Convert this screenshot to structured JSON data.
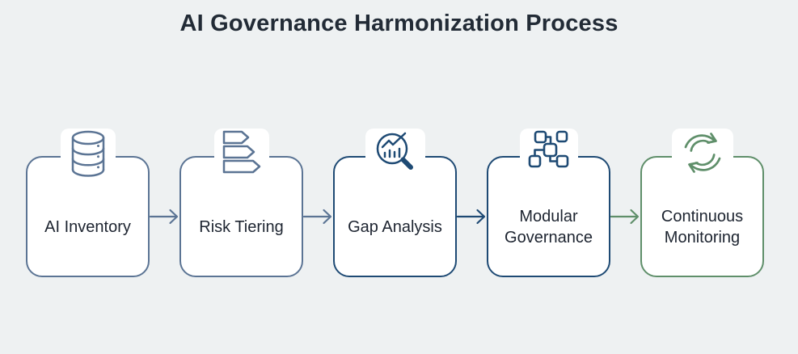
{
  "title": "AI Governance Harmonization Process",
  "colors": {
    "background": "#eef1f2",
    "box_fill": "#ffffff",
    "slate": "#5b7494",
    "navy": "#1e4a74",
    "green": "#5f8f6a",
    "text": "#1d2430",
    "title_text": "#222b36"
  },
  "steps": [
    {
      "label": "AI Inventory",
      "icon": "database-icon",
      "accent": "slate"
    },
    {
      "label": "Risk Tiering",
      "icon": "tier-tags-icon",
      "accent": "slate"
    },
    {
      "label": "Gap Analysis",
      "icon": "chart-magnifier-icon",
      "accent": "navy"
    },
    {
      "label": "Modular Governance",
      "icon": "module-network-icon",
      "accent": "navy"
    },
    {
      "label": "Continuous Monitoring",
      "icon": "sync-arrows-icon",
      "accent": "green"
    }
  ],
  "arrows": [
    {
      "accent": "slate"
    },
    {
      "accent": "slate"
    },
    {
      "accent": "navy"
    },
    {
      "accent": "green"
    }
  ]
}
